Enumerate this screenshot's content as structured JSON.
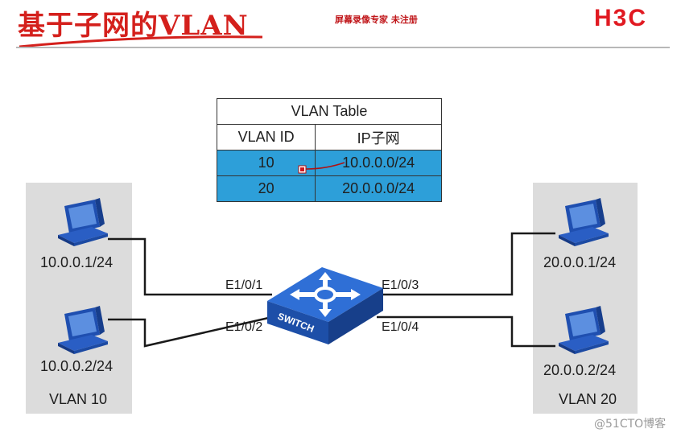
{
  "title": "基于子网的VLAN",
  "subtitle": "屏幕录像专家 未注册",
  "brand_logo": "H3C",
  "table": {
    "caption": "VLAN Table",
    "headers": [
      "VLAN ID",
      "IP子网"
    ],
    "rows": [
      {
        "vlan_id": "10",
        "subnet": "10.0.0.0/24"
      },
      {
        "vlan_id": "20",
        "subnet": "20.0.0.0/24"
      }
    ]
  },
  "left_group": {
    "hosts": [
      "10.0.0.1/24",
      "10.0.0.2/24"
    ],
    "vlan_label": "VLAN 10"
  },
  "right_group": {
    "hosts": [
      "20.0.0.1/24",
      "20.0.0.2/24"
    ],
    "vlan_label": "VLAN 20"
  },
  "switch": {
    "label": "SWITCH",
    "ports": {
      "p1": "E1/0/1",
      "p2": "E1/0/2",
      "p3": "E1/0/3",
      "p4": "E1/0/4"
    }
  },
  "watermark": "@51CTO博客",
  "colors": {
    "title": "#d4201c",
    "table_row": "#2d9fd9",
    "switch_blue": "#2a63c8",
    "panel": "#dcdcdc",
    "cable": "#1a1a1a"
  }
}
